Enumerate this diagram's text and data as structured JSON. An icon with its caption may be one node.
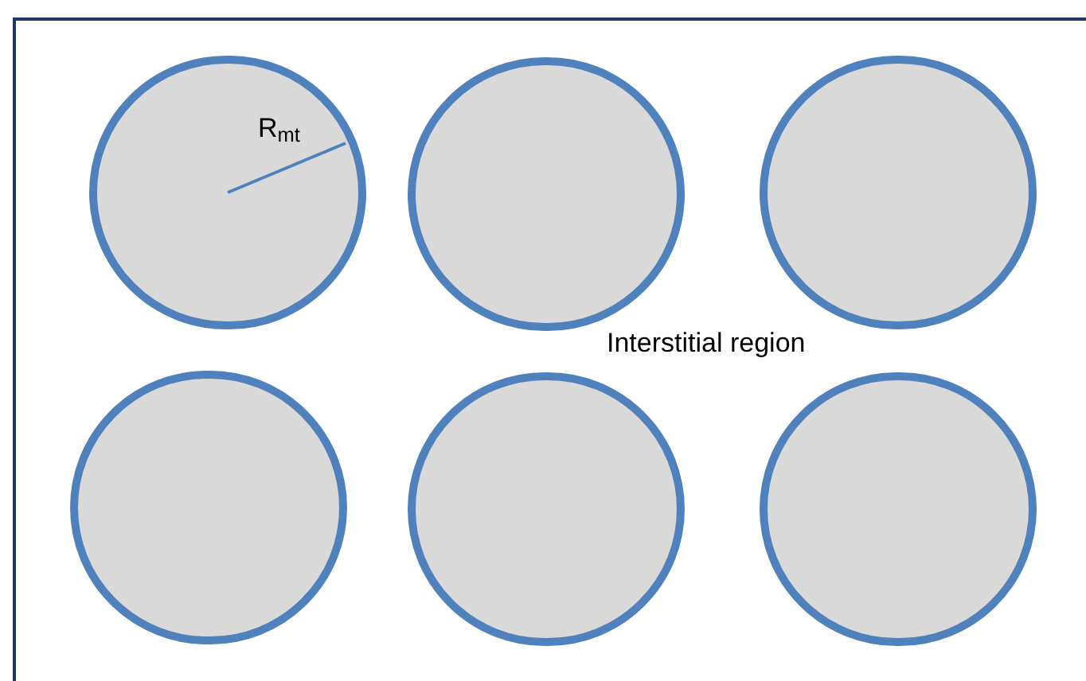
{
  "diagram": {
    "nodes": [
      {
        "text": [],
        "shape": "circle"
      },
      {
        "text": [],
        "shape": "circle"
      },
      {
        "text": [],
        "shape": "circle"
      },
      {
        "text": [],
        "shape": "circle"
      },
      {
        "text": [],
        "shape": "circle"
      },
      {
        "text": [],
        "shape": "circle"
      }
    ],
    "labels": [
      "R$_{mt}$",
      "Interstitial region"
    ]
  }
}
